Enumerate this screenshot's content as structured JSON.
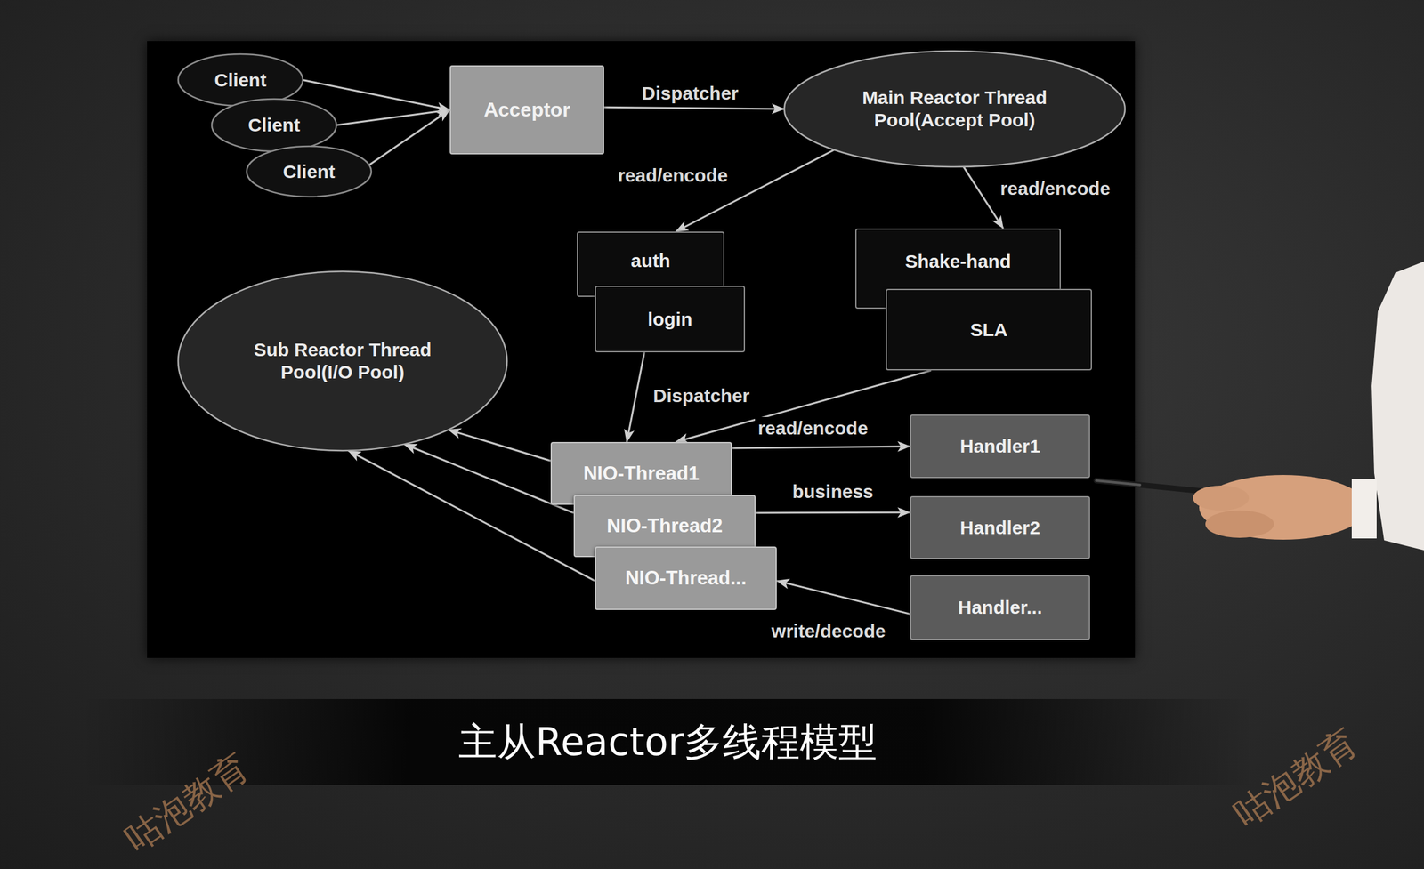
{
  "diagram": {
    "caption": "主从Reactor多线程模型",
    "nodes": [
      {
        "text": [
          "Client"
        ]
      },
      {
        "text": [
          "Client"
        ]
      },
      {
        "text": [
          "Client"
        ]
      },
      {
        "text": [
          "Acceptor"
        ]
      },
      {
        "text": [
          "Main Reactor Thread Pool(Accept Pool)"
        ]
      },
      {
        "text": [
          "auth"
        ]
      },
      {
        "text": [
          "login"
        ]
      },
      {
        "text": [
          "Shake-hand"
        ]
      },
      {
        "text": [
          "SLA"
        ]
      },
      {
        "text": [
          "Sub Reactor Thread Pool(I/O Pool)"
        ]
      },
      {
        "text": [
          "NIO-Thread1"
        ]
      },
      {
        "text": [
          "NIO-Thread2"
        ]
      },
      {
        "text": [
          "NIO-Thread..."
        ]
      },
      {
        "text": [
          "Handler1"
        ]
      },
      {
        "text": [
          "Handler2"
        ]
      },
      {
        "text": [
          "Handler..."
        ]
      }
    ],
    "edges": [
      {
        "from": 0,
        "to": 3,
        "arrow": "to"
      },
      {
        "from": 1,
        "to": 3,
        "arrow": "to"
      },
      {
        "from": 2,
        "to": 3,
        "arrow": "to"
      },
      {
        "from": 3,
        "to": 4,
        "label": "Dispatcher",
        "arrow": "to"
      },
      {
        "from": 4,
        "to": 5,
        "label": "read/encode",
        "arrow": "to"
      },
      {
        "from": 4,
        "to": 7,
        "label": "read/encode",
        "arrow": "to"
      },
      {
        "from": 6,
        "to": 10,
        "label": "Dispatcher",
        "arrow": "to"
      },
      {
        "from": 8,
        "to": 10,
        "arrow": "to"
      },
      {
        "from": 10,
        "to": 13,
        "label": "read/encode",
        "arrow": "to"
      },
      {
        "from": 11,
        "to": 14,
        "label": "business",
        "arrow": "to"
      },
      {
        "from": 15,
        "to": 12,
        "label": "write/decode",
        "arrow": "to"
      },
      {
        "from": 10,
        "to": 9,
        "arrow": "to"
      },
      {
        "from": 11,
        "to": 9,
        "arrow": "to"
      },
      {
        "from": 12,
        "to": 9,
        "arrow": "to"
      }
    ],
    "labels": [
      "咕泡教育",
      "咕泡教育"
    ]
  }
}
